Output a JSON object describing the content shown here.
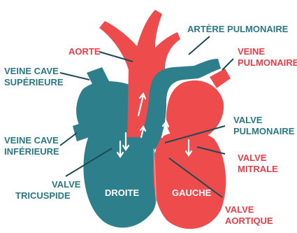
{
  "colors": {
    "teal": "#2e7f8c",
    "teal_light": "#3a9aa8",
    "red": "#ee4b4d",
    "red_light": "#f36a6a",
    "label_teal": "#2a7884",
    "label_red": "#ea3d45",
    "line": "#1d4a55",
    "arrow": "#ffffff"
  },
  "labels": {
    "artere_pulmonaire": "ARTÈRE PULMONAIRE",
    "aorte": "AORTE",
    "veine_pulmonaire_l1": "VEINE",
    "veine_pulmonaire_l2": "PULMONAIRE",
    "veine_cave_sup_l1": "VEINE CAVE",
    "veine_cave_sup_l2": "SUPÉRIEURE",
    "veine_cave_inf_l1": "VEINE CAVE",
    "veine_cave_inf_l2": "INFÉRIEURE",
    "valve_pulmonaire_l1": "VALVE",
    "valve_pulmonaire_l2": "PULMONAIRE",
    "valve_mitrale_l1": "VALVE",
    "valve_mitrale_l2": "MITRALE",
    "valve_tricuspide_l1": "VALVE",
    "valve_tricuspide_l2": "TRICUSPIDE",
    "valve_aortique_l1": "VALVE",
    "valve_aortique_l2": "AORTIQUE",
    "droite": "DROITE",
    "gauche": "GAUCHE"
  }
}
